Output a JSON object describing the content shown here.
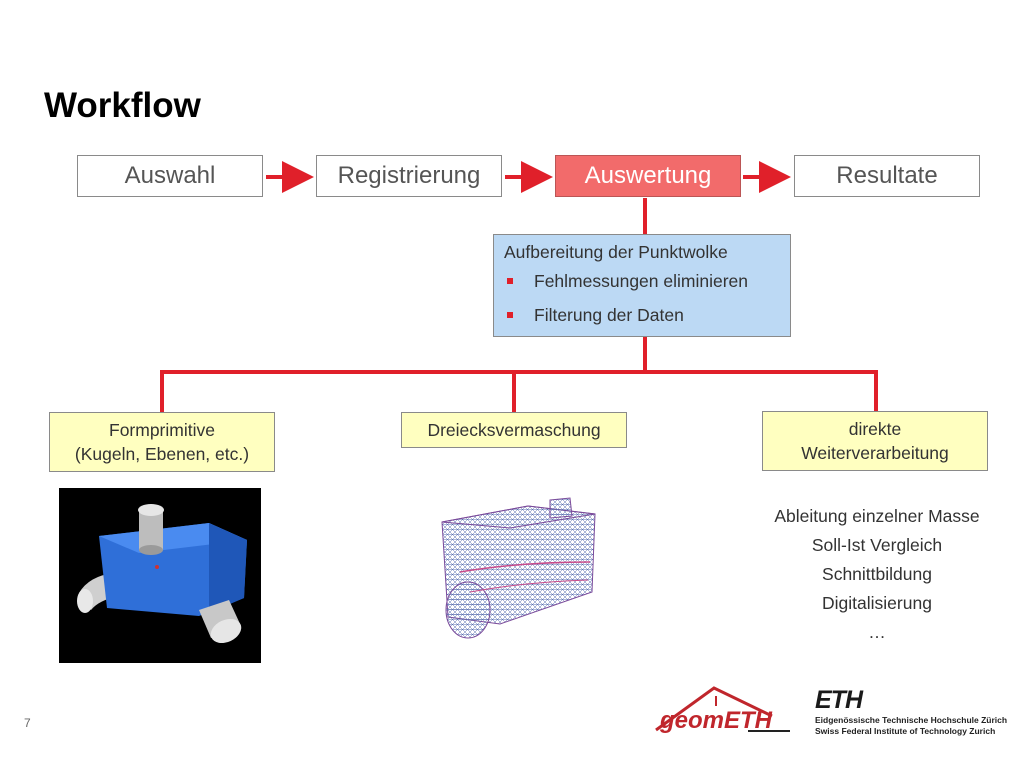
{
  "title": "Workflow",
  "stages": [
    {
      "label": "Auswahl",
      "active": false
    },
    {
      "label": "Registrierung",
      "active": false
    },
    {
      "label": "Auswertung",
      "active": true
    },
    {
      "label": "Resultate",
      "active": false
    }
  ],
  "process_box": {
    "heading": "Aufbereitung der Punktwolke",
    "bullets": [
      "Fehlmessungen eliminieren",
      "Filterung der Daten"
    ]
  },
  "branches": {
    "form": [
      "Formprimitive",
      "(Kugeln, Ebenen, etc.)"
    ],
    "mesh": "Dreiecksvermaschung",
    "direct": [
      "direkte",
      "Weiterverarbeitung"
    ]
  },
  "results": [
    "Ableitung einzelner Masse",
    "Soll-Ist Vergleich",
    "Schnittbildung",
    "Digitalisierung",
    "…"
  ],
  "page_number": "7",
  "logos": {
    "geometh": "geomETH",
    "eth_word": "ETH",
    "eth_line1": "Eidgenössische Technische Hochschule Zürich",
    "eth_line2": "Swiss Federal Institute of Technology Zurich"
  },
  "colors": {
    "accent_red": "#e0202a",
    "active_stage": "#f26b6b",
    "process_fill": "#bcd9f4",
    "branch_fill": "#ffffc0"
  }
}
